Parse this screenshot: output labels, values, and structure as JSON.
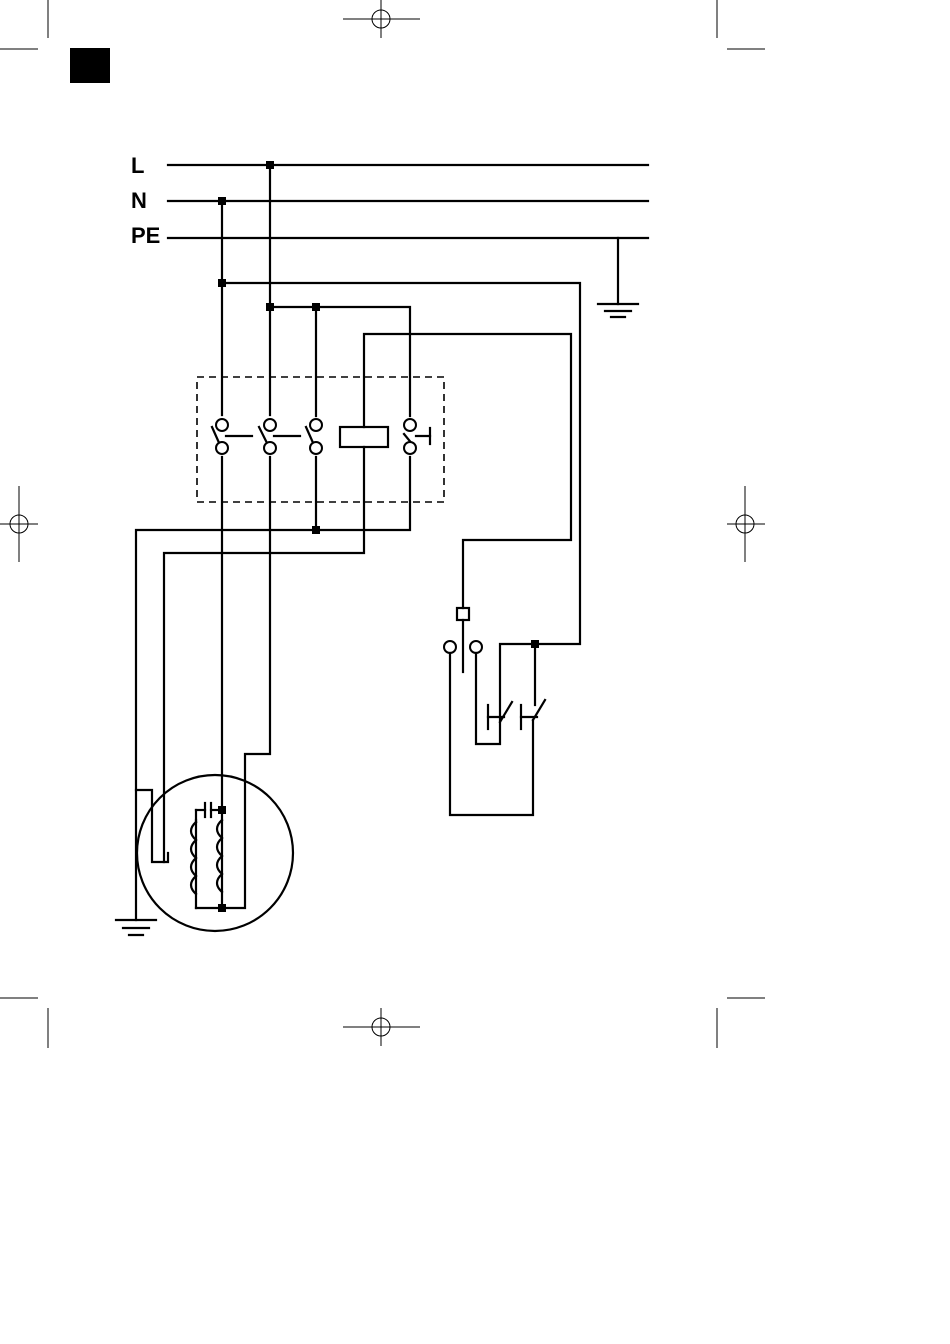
{
  "diagram": {
    "bus_labels": {
      "line": "L",
      "neutral": "N",
      "protective_earth": "PE"
    },
    "colors": {
      "ink": "#000000",
      "paper": "#ffffff",
      "corner_block": "#000000"
    }
  }
}
